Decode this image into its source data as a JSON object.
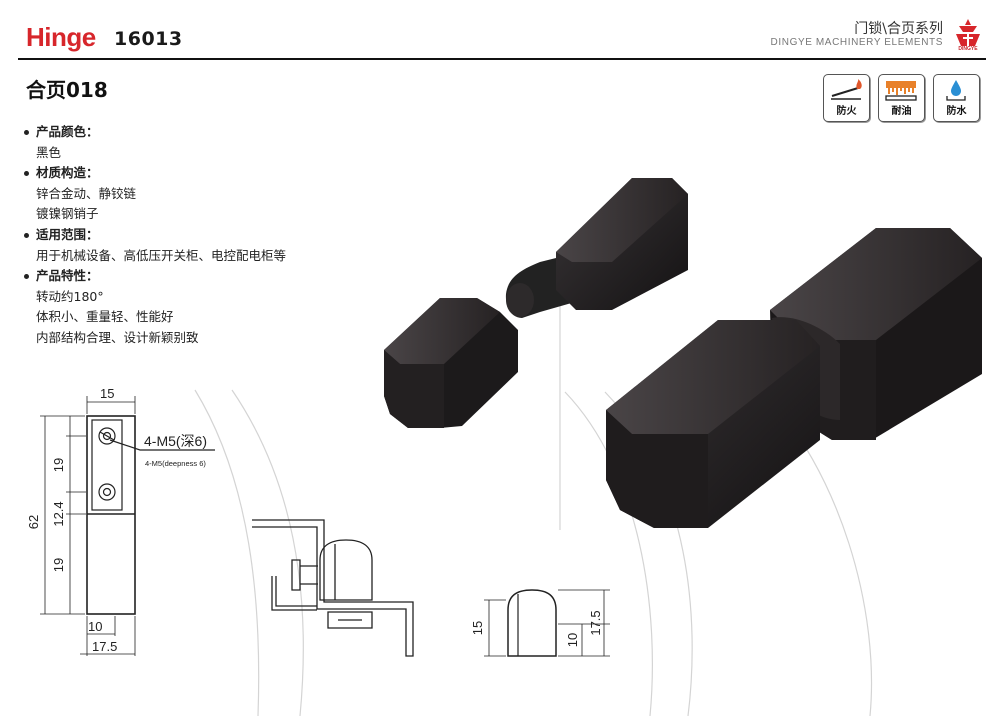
{
  "header": {
    "brand": "Hinge",
    "model": "16013",
    "series": "门锁\\合页系列",
    "company": "DINGYE  MACHINERY ELEMENTS",
    "logo_text": "DINGYE",
    "accent_color": "#d7262b"
  },
  "product": {
    "title": "合页018"
  },
  "badges": [
    {
      "label": "防火",
      "icon": "fire-icon"
    },
    {
      "label": "耐油",
      "icon": "oil-icon"
    },
    {
      "label": "防水",
      "icon": "water-drop-icon"
    }
  ],
  "specs": [
    {
      "heading": "产品颜色：",
      "values": [
        "黑色"
      ]
    },
    {
      "heading": "材质构造：",
      "values": [
        "锌合金动、静铰链",
        "镀镍钢销子"
      ]
    },
    {
      "heading": "适用范围：",
      "values": [
        "用于机械设备、高低压开关柜、电控配电柜等"
      ]
    },
    {
      "heading": "产品特性：",
      "values": [
        "转动约180°",
        "体积小、重量轻、性能好",
        "内部结构合理、设计新颖别致"
      ]
    }
  ],
  "drawing": {
    "dim_width_top": "15",
    "dim_height_total": "62",
    "dim_upper": "19",
    "dim_middle": "12.4",
    "dim_lower": "19",
    "dim_bottom_inner": "10",
    "dim_bottom_outer": "17.5",
    "thread_note": "4-M5(深6)",
    "thread_note_en": "4-M5(deepness 6)",
    "side_dim_height": "15",
    "side_dim_inner": "10",
    "side_dim_outer": "17.5"
  }
}
